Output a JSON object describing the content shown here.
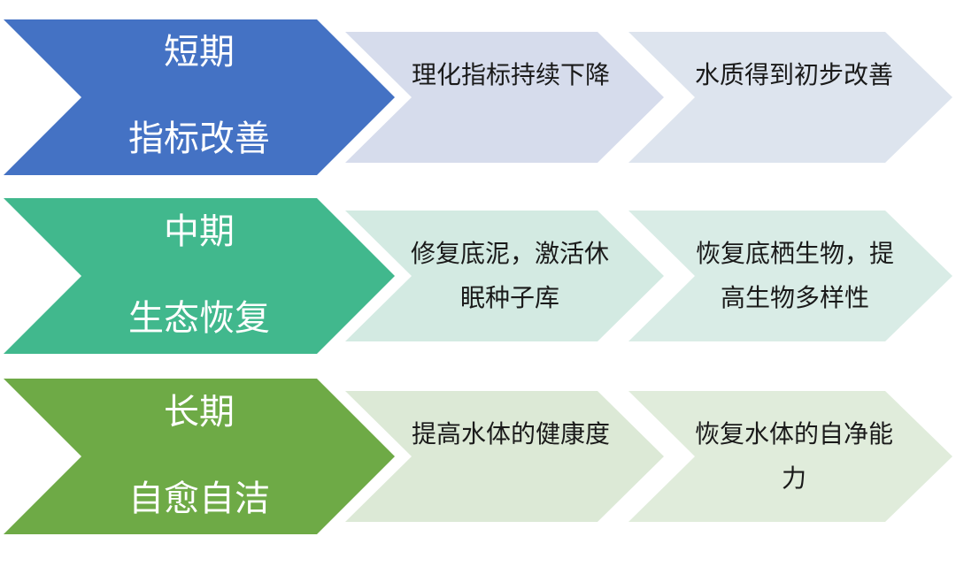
{
  "rows": [
    {
      "term": "短期",
      "focus": "指标改善",
      "color": "#4472C4",
      "goals": [
        {
          "text": "理化指标持续下降",
          "color": "#D6DCEC"
        },
        {
          "text": "水质得到初步改善",
          "color": "#DDE4EE"
        }
      ]
    },
    {
      "term": "中期",
      "focus": "生态恢复",
      "color": "#41B88D",
      "goals": [
        {
          "text": "修复底泥，激活休眠种子库",
          "color": "#D3EAE2"
        },
        {
          "text": "恢复底栖生物，提高生物多样性",
          "color": "#D9ECE6"
        }
      ]
    },
    {
      "term": "长期",
      "focus": "自愈自洁",
      "color": "#6EAA46",
      "goals": [
        {
          "text": "提高水体的健康度",
          "color": "#DCE9D6"
        },
        {
          "text": "恢复水体的自净能力",
          "color": "#E0ECDB"
        }
      ]
    }
  ]
}
